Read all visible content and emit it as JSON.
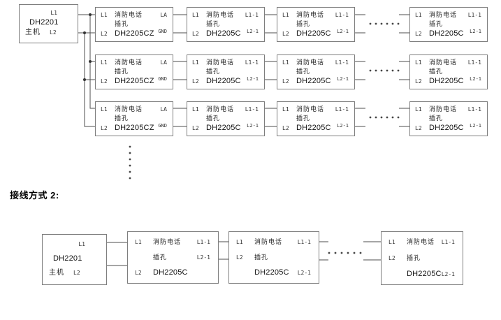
{
  "colors": {
    "wire": "#4d4d4d",
    "box_border": "#7e7e7e",
    "text": "#262626"
  },
  "section_label": "接线方式 2:",
  "diagram1": {
    "main": {
      "l1": "L1",
      "model": "DH2201",
      "name": "主机",
      "l2": "L2"
    },
    "rows": [
      {
        "boxes": [
          {
            "r1": [
              "L1",
              "消防电话",
              "LA"
            ],
            "r2": [
              "",
              "插孔",
              ""
            ],
            "r3": [
              "L2",
              "DH2205CZ",
              "GND"
            ]
          },
          {
            "r1": [
              "L1",
              "消防电话",
              "L1-1"
            ],
            "r2": [
              "",
              "插孔",
              ""
            ],
            "r3": [
              "L2",
              "DH2205C",
              "L2-1"
            ]
          },
          {
            "r1": [
              "L1",
              "消防电话",
              "L1-1"
            ],
            "r2": [
              "",
              "插孔",
              ""
            ],
            "r3": [
              "L2",
              "DH2205C",
              "L2-1"
            ]
          },
          {
            "r1": [
              "L1",
              "消防电话",
              "L1-1"
            ],
            "r2": [
              "",
              "插孔",
              ""
            ],
            "r3": [
              "L2",
              "DH2205C",
              "L2-1"
            ]
          }
        ]
      },
      {
        "boxes": [
          {
            "r1": [
              "L1",
              "消防电话",
              "LA"
            ],
            "r2": [
              "",
              "插孔",
              ""
            ],
            "r3": [
              "L2",
              "DH2205CZ",
              "GND"
            ]
          },
          {
            "r1": [
              "L1",
              "消防电话",
              "L1-1"
            ],
            "r2": [
              "",
              "插孔",
              ""
            ],
            "r3": [
              "L2",
              "DH2205C",
              "L2-1"
            ]
          },
          {
            "r1": [
              "L1",
              "消防电话",
              "L1-1"
            ],
            "r2": [
              "",
              "插孔",
              ""
            ],
            "r3": [
              "L2",
              "DH2205C",
              "L2-1"
            ]
          },
          {
            "r1": [
              "L1",
              "消防电话",
              "L1-1"
            ],
            "r2": [
              "",
              "插孔",
              ""
            ],
            "r3": [
              "L2",
              "DH2205C",
              "L2-1"
            ]
          }
        ]
      },
      {
        "boxes": [
          {
            "r1": [
              "L1",
              "消防电话",
              "LA"
            ],
            "r2": [
              "",
              "插孔",
              ""
            ],
            "r3": [
              "L2",
              "DH2205CZ",
              "GND"
            ]
          },
          {
            "r1": [
              "L1",
              "消防电话",
              "L1-1"
            ],
            "r2": [
              "",
              "插孔",
              ""
            ],
            "r3": [
              "L2",
              "DH2205C",
              "L2-1"
            ]
          },
          {
            "r1": [
              "L1",
              "消防电话",
              "L1-1"
            ],
            "r2": [
              "",
              "插孔",
              ""
            ],
            "r3": [
              "L2",
              "DH2205C",
              "L2-1"
            ]
          },
          {
            "r1": [
              "L1",
              "消防电话",
              "L1-1"
            ],
            "r2": [
              "",
              "插孔",
              ""
            ],
            "r3": [
              "L2",
              "DH2205C",
              "L2-1"
            ]
          }
        ]
      }
    ]
  },
  "diagram2": {
    "main": {
      "l1": "L1",
      "model": "DH2201",
      "name": "主机",
      "l2": "L2"
    },
    "boxes": [
      {
        "r1": [
          "L1",
          "消防电话",
          "L1-1"
        ],
        "r2": [
          "",
          "插孔",
          "L2-1"
        ],
        "r3": [
          "L2",
          "DH2205C",
          ""
        ]
      },
      {
        "r1": [
          "L1",
          "消防电话",
          "L1-1"
        ],
        "r2": [
          "L2",
          "插孔",
          ""
        ],
        "r3": [
          "",
          "DH2205C",
          "L2-1"
        ]
      },
      {
        "r1": [
          "L1",
          "消防电话",
          "L1-1"
        ],
        "r2": [
          "L2",
          "插孔",
          ""
        ],
        "r3": [
          "",
          "DH2205C",
          "L2-1"
        ]
      }
    ]
  }
}
